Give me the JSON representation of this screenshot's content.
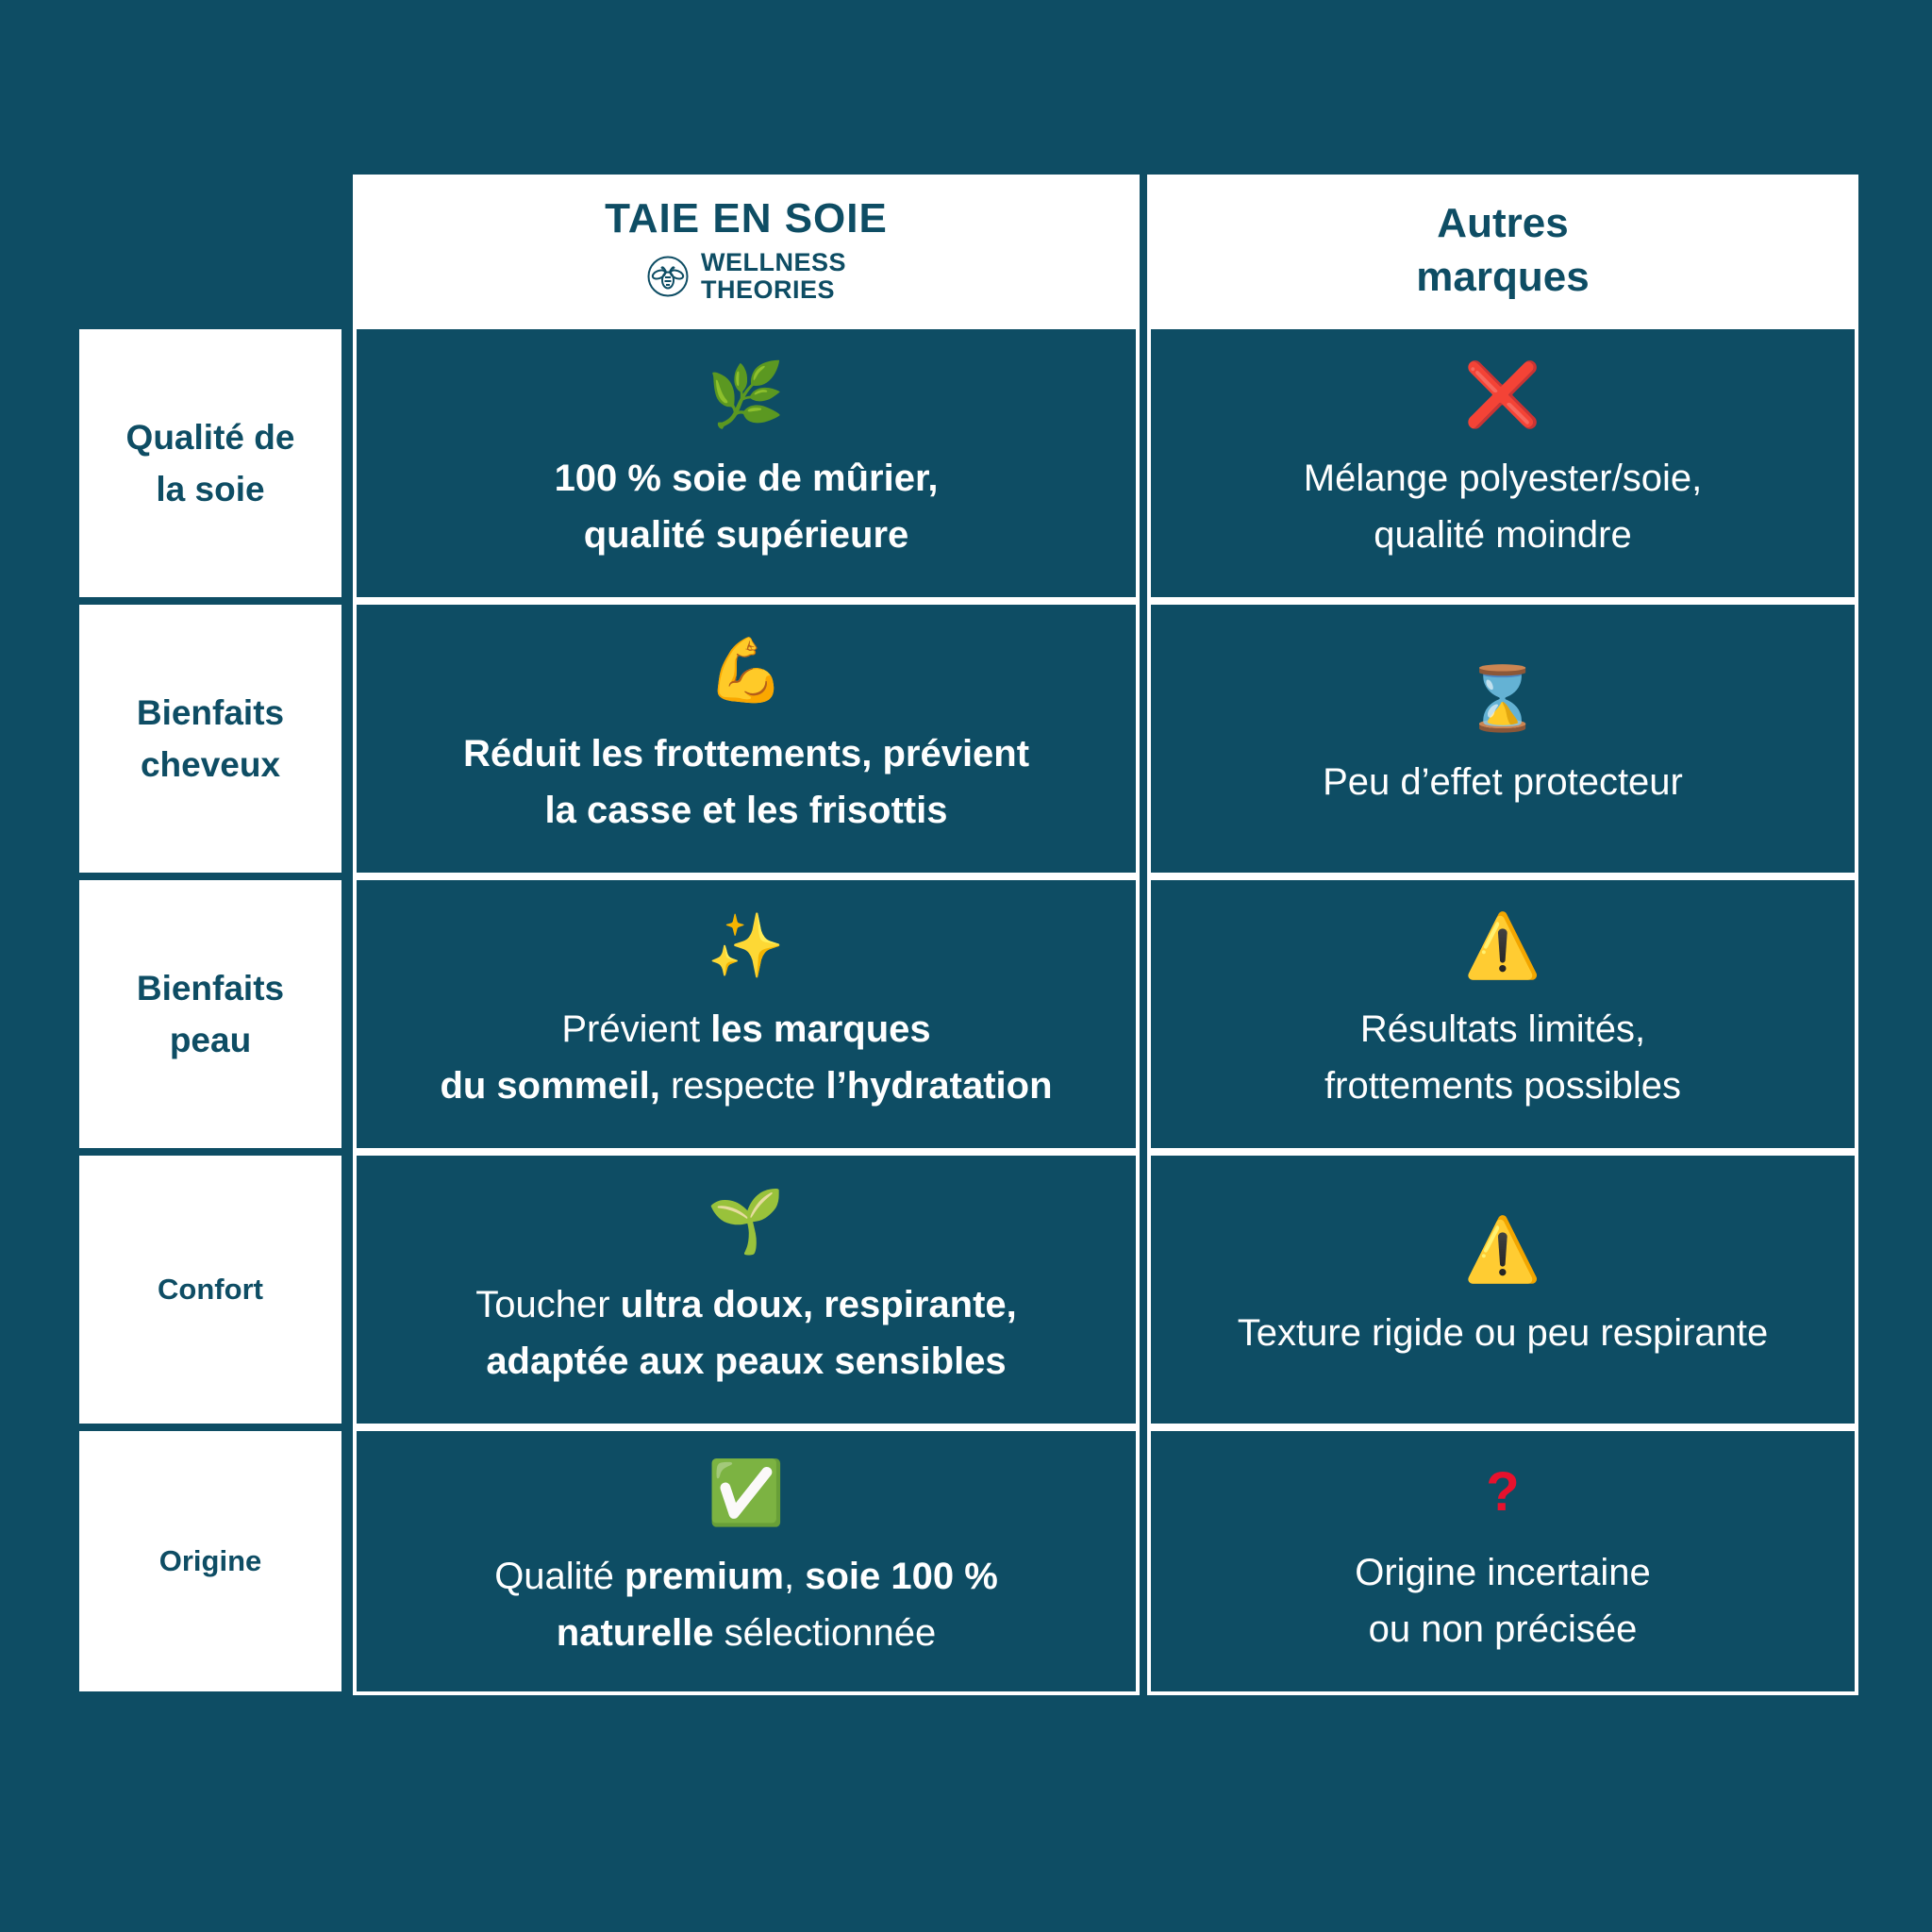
{
  "colors": {
    "background": "#0e4d64",
    "ink": "#0e4d64",
    "white": "#ffffff",
    "red": "#e8112d",
    "warning_yellow": "#ffc825",
    "check_green": "#23b33a"
  },
  "header": {
    "product": {
      "title": "TAIE EN SOIE",
      "brand_lines": [
        "WELLNESS",
        "THEORIES"
      ],
      "logo_icon": "bee-logo"
    },
    "others": {
      "lines": [
        "Autres",
        "marques"
      ]
    }
  },
  "rows": [
    {
      "label_lines": [
        "Qualité de",
        "la soie"
      ],
      "product": {
        "icon": "🌿",
        "lines": [
          [
            {
              "t": "100 % soie de mûrier,",
              "b": true
            }
          ],
          [
            {
              "t": "qualité supérieure",
              "b": true
            }
          ]
        ]
      },
      "others": {
        "icon": "❌",
        "lines": [
          [
            {
              "t": "Mélange polyester/soie,",
              "b": false
            }
          ],
          [
            {
              "t": "qualité moindre",
              "b": false
            }
          ]
        ]
      }
    },
    {
      "label_lines": [
        "Bienfaits",
        "cheveux"
      ],
      "product": {
        "icon": "💪",
        "lines": [
          [
            {
              "t": "Réduit les frottements, prévient",
              "b": true
            }
          ],
          [
            {
              "t": "la casse et les frisottis",
              "b": true
            }
          ]
        ]
      },
      "others": {
        "icon": "⌛",
        "lines": [
          [
            {
              "t": "Peu d’effet protecteur",
              "b": false
            }
          ]
        ]
      }
    },
    {
      "label_lines": [
        "Bienfaits",
        "peau"
      ],
      "product": {
        "icon": "✨",
        "lines": [
          [
            {
              "t": "Prévient ",
              "b": false
            },
            {
              "t": "les marques",
              "b": true
            }
          ],
          [
            {
              "t": "du sommeil,",
              "b": true
            },
            {
              "t": " respecte ",
              "b": false
            },
            {
              "t": "l’hydratation",
              "b": true
            }
          ]
        ]
      },
      "others": {
        "icon": "⚠️",
        "lines": [
          [
            {
              "t": "Résultats limités,",
              "b": false
            }
          ],
          [
            {
              "t": "frottements possibles",
              "b": false
            }
          ]
        ]
      }
    },
    {
      "label_lines": [
        "Confort"
      ],
      "product": {
        "icon": "🌱",
        "lines": [
          [
            {
              "t": "Toucher ",
              "b": false
            },
            {
              "t": "ultra doux, respirante,",
              "b": true
            }
          ],
          [
            {
              "t": "adaptée aux peaux sensibles",
              "b": true
            }
          ]
        ]
      },
      "others": {
        "icon": "⚠️",
        "lines": [
          [
            {
              "t": "Texture rigide ou peu respirante",
              "b": false
            }
          ]
        ]
      }
    },
    {
      "label_lines": [
        "Origine"
      ],
      "product": {
        "icon": "✅",
        "lines": [
          [
            {
              "t": "Qualité ",
              "b": false
            },
            {
              "t": "premium",
              "b": true
            },
            {
              "t": ", ",
              "b": false
            },
            {
              "t": "soie 100 %",
              "b": true
            }
          ],
          [
            {
              "t": "naturelle",
              "b": true
            },
            {
              "t": " sélectionnée",
              "b": false
            }
          ]
        ]
      },
      "others": {
        "icon": "?",
        "icon_color": "#e8112d",
        "lines": [
          [
            {
              "t": "Origine incertaine",
              "b": false
            }
          ],
          [
            {
              "t": "ou non précisée",
              "b": false
            }
          ]
        ]
      }
    }
  ]
}
